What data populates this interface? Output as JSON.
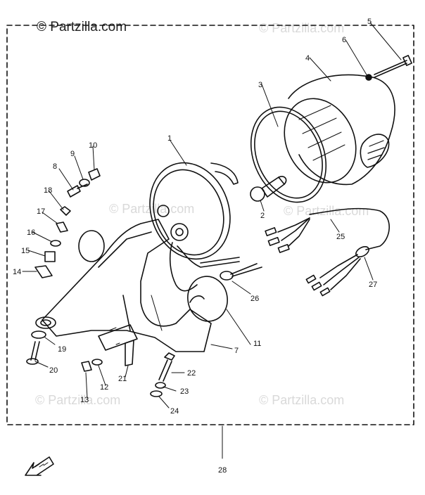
{
  "watermarks": {
    "main": "© Partzilla.com",
    "faint": "© Partzilla.com"
  },
  "callouts": [
    "1",
    "2",
    "3",
    "4",
    "5",
    "6",
    "7",
    "8",
    "9",
    "10",
    "11",
    "12",
    "13",
    "14",
    "15",
    "16",
    "17",
    "18",
    "19",
    "20",
    "21",
    "22",
    "23",
    "24",
    "25",
    "26",
    "27",
    "28"
  ],
  "colors": {
    "ink": "#111111",
    "watermark": "#d9d9d9",
    "background": "#ffffff"
  },
  "icons": {
    "front_arrow": "front-arrow-icon"
  }
}
